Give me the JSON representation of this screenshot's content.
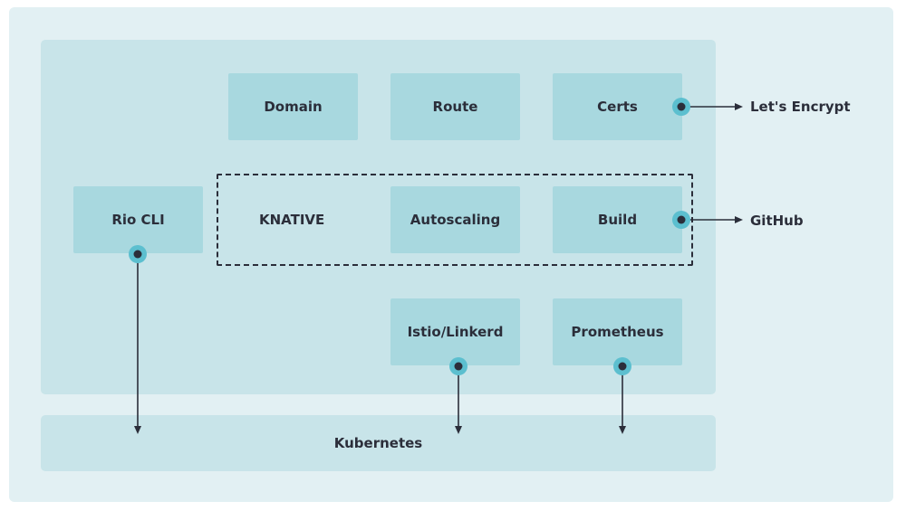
{
  "diagram": {
    "rio_cli": "Rio CLI",
    "domain": "Domain",
    "route": "Route",
    "certs": "Certs",
    "knative": "KNATIVE",
    "autoscaling": "Autoscaling",
    "build": "Build",
    "mesh": "Istio/Linkerd",
    "prometheus": "Prometheus",
    "kubernetes": "Kubernetes",
    "lets_encrypt": "Let's Encrypt",
    "github": "GitHub"
  },
  "colors": {
    "outer_background": "#e2f0f3",
    "panel": "#c8e4e9",
    "box": "#a8d8df",
    "connector_ring": "#5cbfcf",
    "ink": "#2b2e3a"
  },
  "icons": [
    "connector-dot-icon",
    "arrow-right-icon",
    "arrow-down-icon"
  ]
}
